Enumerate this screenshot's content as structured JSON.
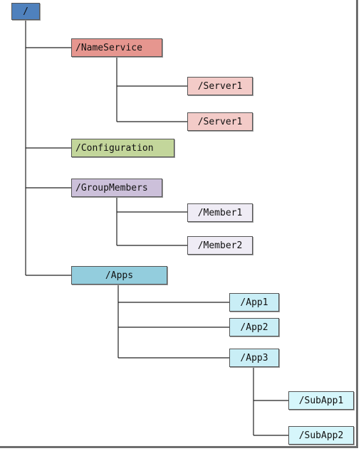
{
  "tree": {
    "root": {
      "label": "/",
      "color": "#4f81bd"
    },
    "name_service": {
      "label": "/NameService",
      "color": "#e6968f",
      "children": [
        {
          "label": "/Server1",
          "color": "#f3cbc8"
        },
        {
          "label": "/Server1",
          "color": "#f3cbc8"
        }
      ]
    },
    "configuration": {
      "label": "/Configuration",
      "color": "#c3d69b"
    },
    "group_members": {
      "label": "/GroupMembers",
      "color": "#ccc0da",
      "children": [
        {
          "label": "/Member1",
          "color": "#efecf5"
        },
        {
          "label": "/Member2",
          "color": "#efecf5"
        }
      ]
    },
    "apps": {
      "label": "/Apps",
      "color": "#93cddd",
      "children": [
        {
          "label": "/App1",
          "color": "#c9eef6"
        },
        {
          "label": "/App2",
          "color": "#c9eef6"
        },
        {
          "label": "/App3",
          "color": "#c9eef6"
        }
      ],
      "subapps": [
        {
          "label": "/SubApp1",
          "color": "#d6f6fb"
        },
        {
          "label": "/SubApp2",
          "color": "#d6f6fb"
        }
      ]
    }
  }
}
